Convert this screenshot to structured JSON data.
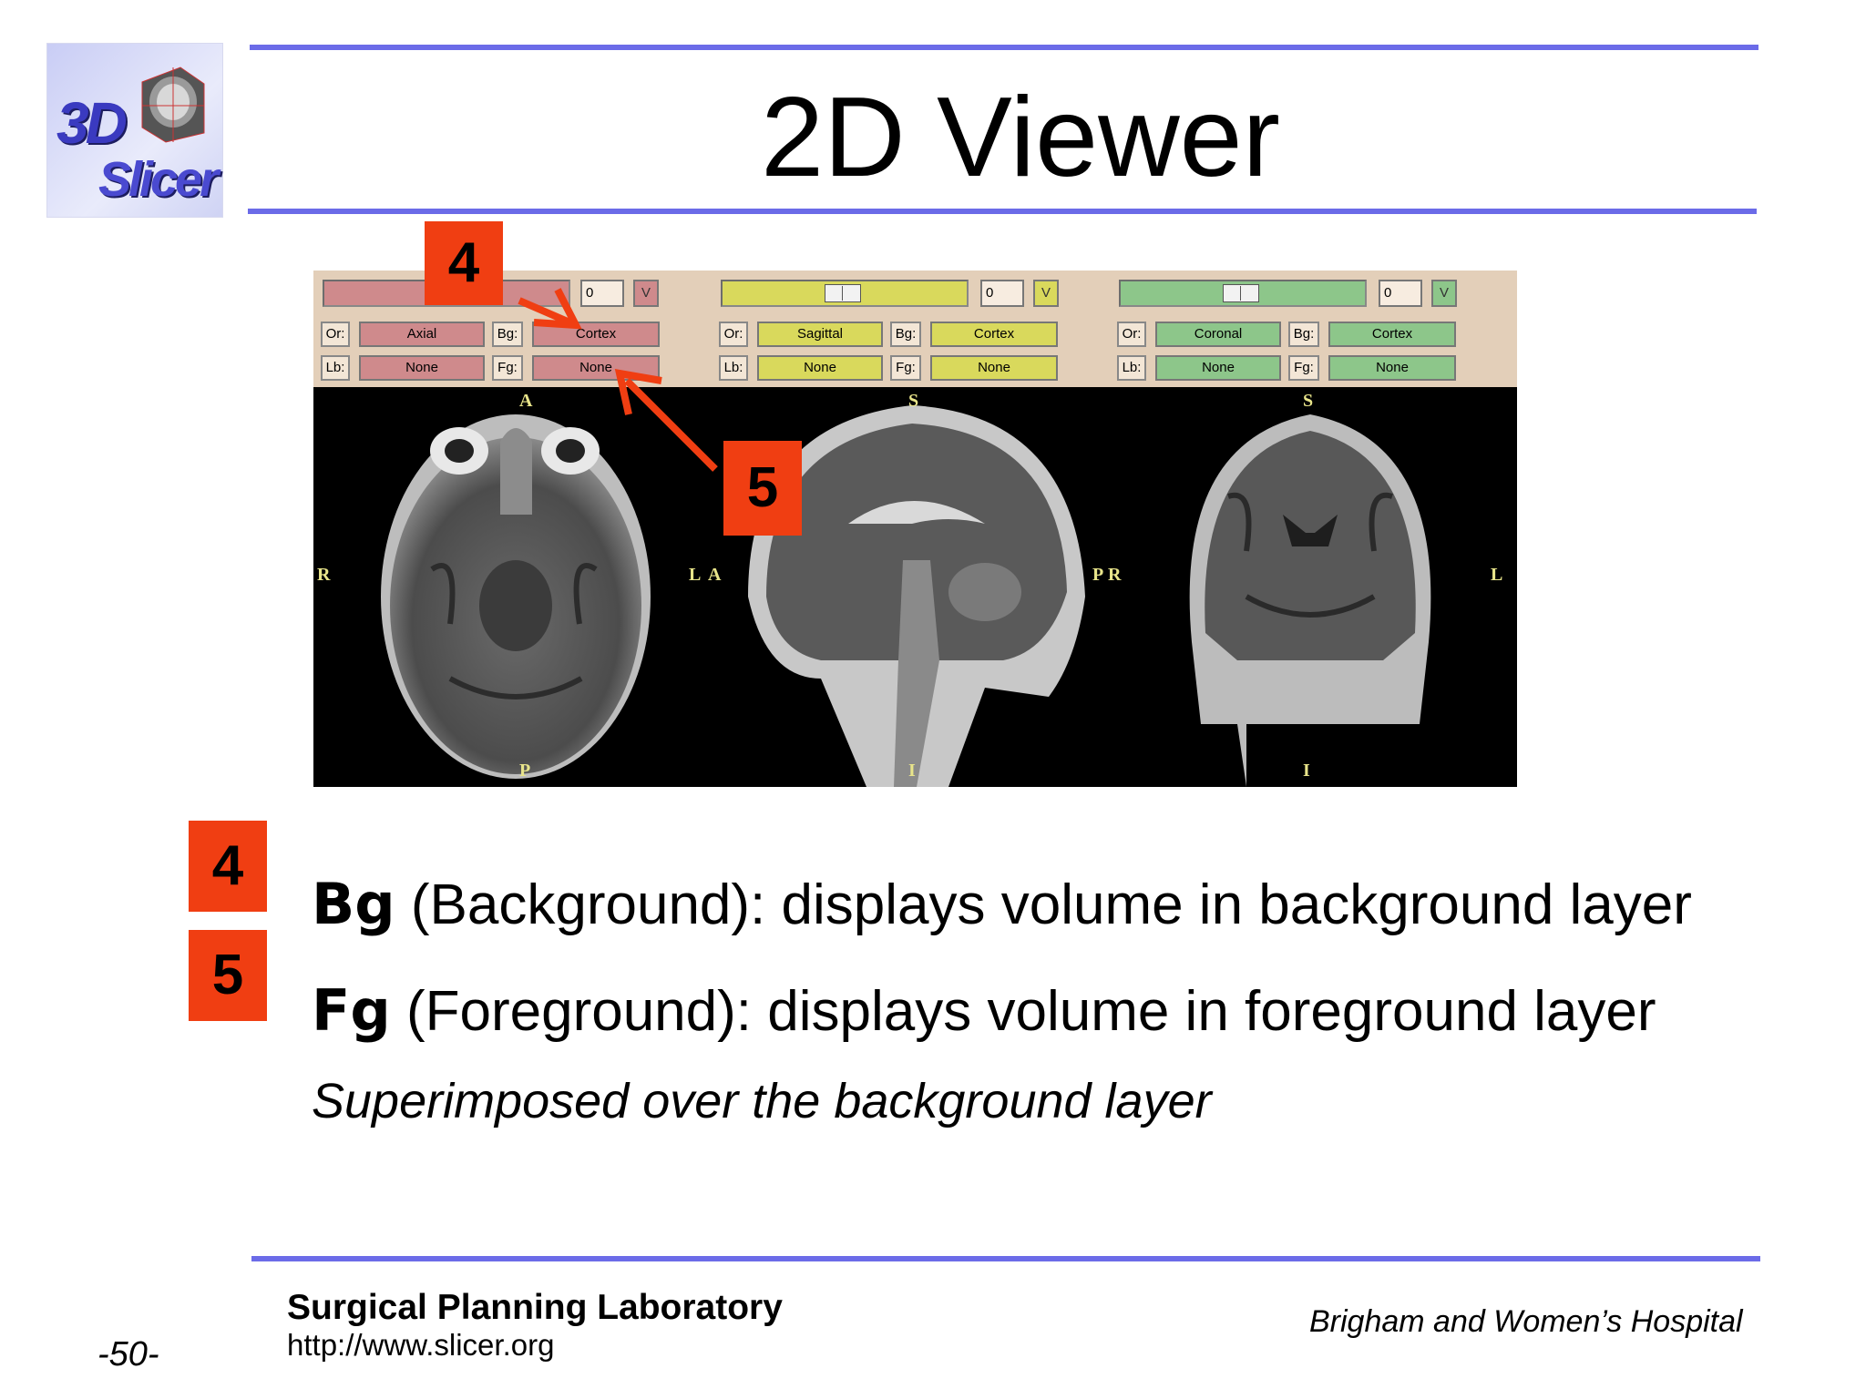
{
  "slide": {
    "title": "2D Viewer",
    "logo": {
      "line1": "3D",
      "line2": "Slicer"
    }
  },
  "viewer": {
    "panels": [
      {
        "name": "red",
        "slider_value": "0",
        "v_button": "V",
        "or_label": "Or:",
        "or_value": "Axial",
        "bg_label": "Bg:",
        "bg_value": "Cortex",
        "lb_label": "Lb:",
        "lb_value": "None",
        "fg_label": "Fg:",
        "fg_value": "None",
        "orient": {
          "top": "A",
          "bottom": "P",
          "left": "R",
          "right": "L"
        }
      },
      {
        "name": "yellow",
        "slider_value": "0",
        "v_button": "V",
        "or_label": "Or:",
        "or_value": "Sagittal",
        "bg_label": "Bg:",
        "bg_value": "Cortex",
        "lb_label": "Lb:",
        "lb_value": "None",
        "fg_label": "Fg:",
        "fg_value": "None",
        "orient": {
          "top": "S",
          "bottom": "I",
          "left": "A",
          "right": "P"
        }
      },
      {
        "name": "green",
        "slider_value": "0",
        "v_button": "V",
        "or_label": "Or:",
        "or_value": "Coronal",
        "bg_label": "Bg:",
        "bg_value": "Cortex",
        "lb_label": "Lb:",
        "lb_value": "None",
        "fg_label": "Fg:",
        "fg_value": "None",
        "orient": {
          "top": "S",
          "bottom": "I",
          "left": "R",
          "right": "L"
        }
      }
    ]
  },
  "callouts": {
    "four": "4",
    "five": "5"
  },
  "bullets": [
    {
      "term": "Bg",
      "text": " (Background): displays volume in background layer"
    },
    {
      "term": "Fg",
      "text": " (Foreground): displays volume in foreground layer"
    }
  ],
  "note": "Superimposed over the background layer",
  "footer": {
    "lab": "Surgical Planning Laboratory",
    "url": "http://www.slicer.org",
    "hospital": "Brigham and Women’s Hospital",
    "page": "-50-"
  },
  "colors": {
    "rule": "#6b6be8",
    "badge": "#f03e12",
    "red_panel": "#cf8a8c",
    "yellow_panel": "#d9d95c",
    "green_panel": "#8dc68a"
  }
}
